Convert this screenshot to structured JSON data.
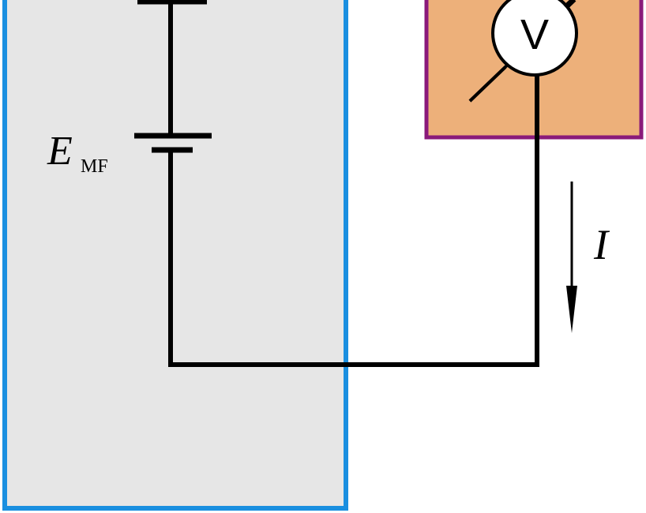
{
  "labels": {
    "emf_main": "E",
    "emf_sub": "MF",
    "current": "I",
    "voltmeter": "V"
  },
  "colors": {
    "left_region_fill": "#e6e6e6",
    "left_region_border": "#1a8fe0",
    "meter_box_fill": "#edb07a",
    "meter_box_border": "#8a1a7a",
    "wire": "#000000",
    "meter_face": "#ffffff"
  },
  "icons": {
    "battery_top": "battery-cell-icon",
    "battery_emf": "battery-cell-icon",
    "voltmeter": "voltmeter-icon",
    "current_arrow": "arrow-down-icon"
  }
}
